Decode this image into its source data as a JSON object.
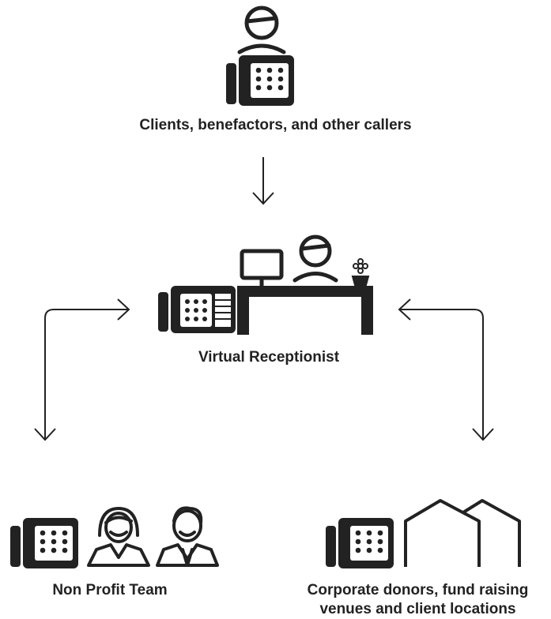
{
  "labels": {
    "callers": "Clients, benefactors, and other callers",
    "receptionist": "Virtual Receptionist",
    "team": "Non Profit Team",
    "corporate_line1": "Corporate donors, fund raising",
    "corporate_line2": "venues and client locations"
  },
  "colors": {
    "ink": "#222222",
    "background": "#ffffff"
  },
  "icons": [
    "caller-person-icon",
    "desk-phone-icon",
    "receptionist-desk-icon",
    "monitor-icon",
    "receptionist-person-icon",
    "flower-pot-icon",
    "woman-icon",
    "man-icon",
    "buildings-icon"
  ]
}
